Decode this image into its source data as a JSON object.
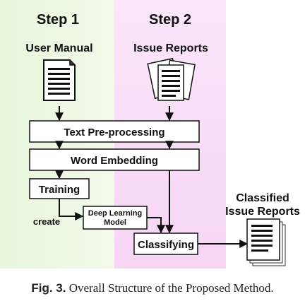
{
  "steps": {
    "step1": "Step 1",
    "step2": "Step 2"
  },
  "inputs": {
    "user_manual": "User Manual",
    "issue_reports": "Issue Reports"
  },
  "process": {
    "text_preprocessing": "Text Pre-processing",
    "word_embedding": "Word Embedding",
    "training": "Training",
    "create": "create",
    "deep_learning_line1": "Deep Learning",
    "deep_learning_line2": "Model",
    "classifying": "Classifying"
  },
  "output": {
    "line1": "Classified",
    "line2": "Issue Reports"
  },
  "caption": {
    "label": "Fig. 3.",
    "text": "Overall Structure of the Proposed Method."
  },
  "colors": {
    "step1_bg": "#eef7e4",
    "step2_bg": "#f9dcf7"
  }
}
